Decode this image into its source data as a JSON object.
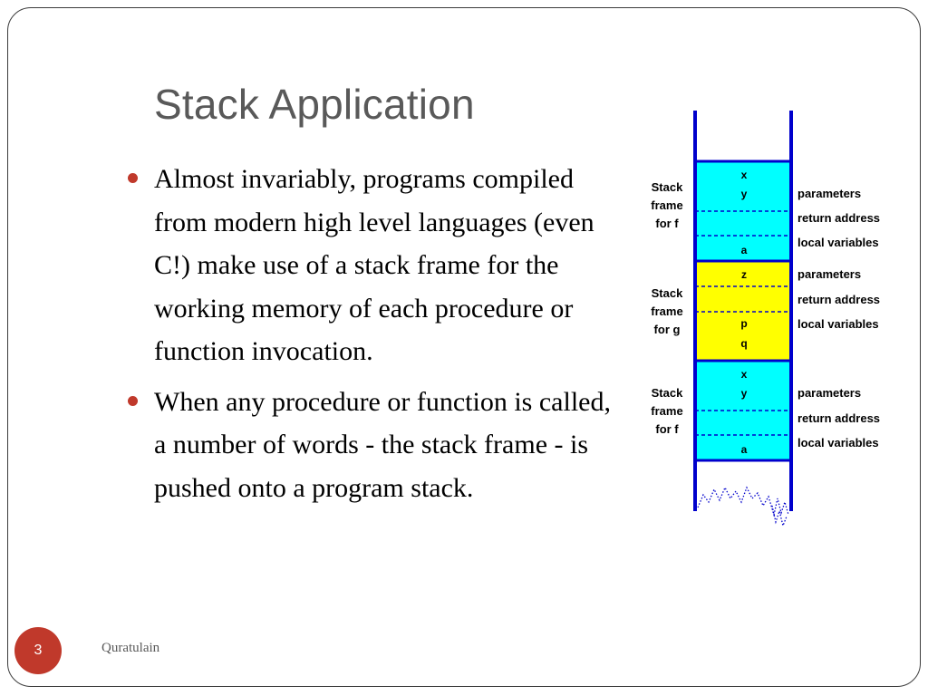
{
  "slide": {
    "title": "Stack Application",
    "bullets": [
      "Almost invariably, programs compiled from modern high level languages (even C!) make use of a stack frame for the working memory of each procedure or function invocation.",
      "When any procedure or function is called, a number of words - the stack frame - is pushed onto a program stack."
    ],
    "page_number": "3",
    "footer": "Quratulain"
  },
  "diagram": {
    "colors": {
      "cyan": "#00ffff",
      "yellow": "#ffff00",
      "wall": "#0000cc",
      "accent": "#c0392b"
    },
    "frames": [
      {
        "color": "cyan",
        "label": [
          "Stack",
          "frame",
          "for f"
        ],
        "cells": [
          "x",
          "y",
          "a"
        ],
        "annotations": [
          "parameters",
          "return address",
          "local variables"
        ]
      },
      {
        "color": "yellow",
        "label": [
          "Stack",
          "frame",
          "for g"
        ],
        "cells": [
          "z",
          "p",
          "q"
        ],
        "annotations": [
          "parameters",
          "return address",
          "local variables"
        ]
      },
      {
        "color": "cyan",
        "label": [
          "Stack",
          "frame",
          "for f"
        ],
        "cells": [
          "x",
          "y",
          "a"
        ],
        "annotations": [
          "parameters",
          "return address",
          "local variables"
        ]
      }
    ]
  }
}
